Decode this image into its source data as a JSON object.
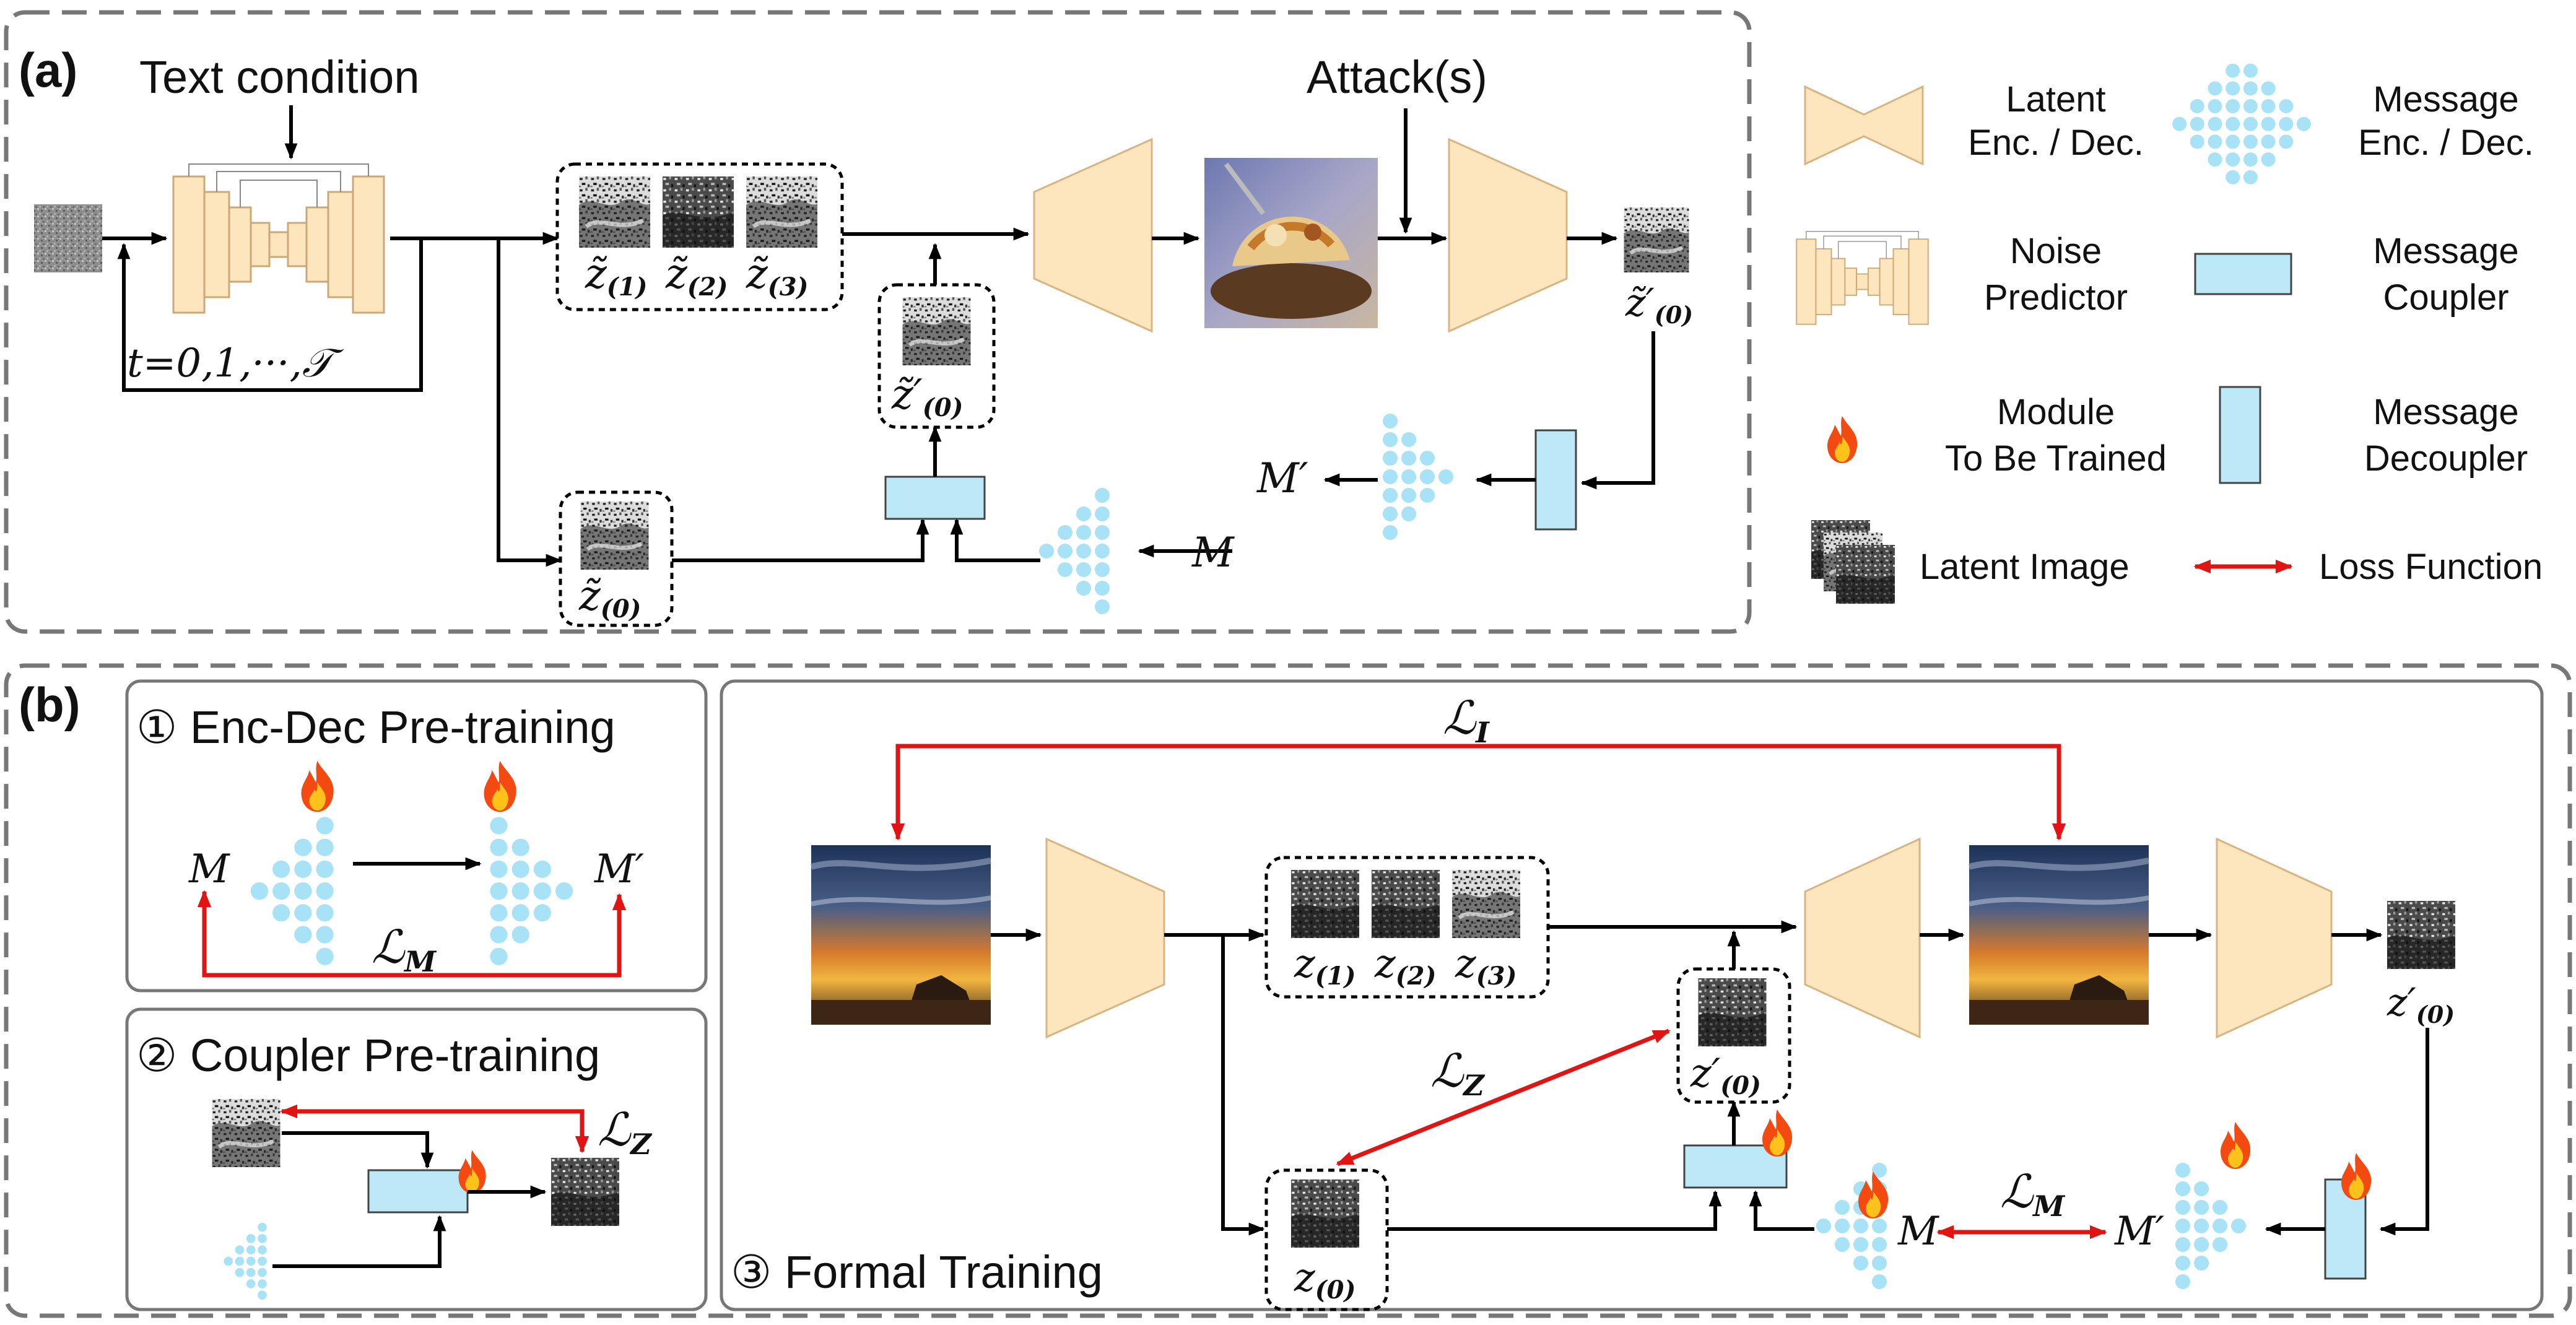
{
  "panel_a": {
    "label": "(a)",
    "text_condition": "Text condition",
    "attack": "Attack(s)",
    "timestep": "t=0,1,···,𝒯",
    "z_tilde_1": "z̃",
    "z_tilde_1_sub": "(1)",
    "z_tilde_2": "z̃",
    "z_tilde_2_sub": "(2)",
    "z_tilde_3": "z̃",
    "z_tilde_3_sub": "(3)",
    "z_tilde_0": "z̃",
    "z_tilde_0_sub": "(0)",
    "z_tilde_prime_mid": "z̃′",
    "z_tilde_prime_mid_sub": "(0)",
    "z_tilde_prime_out": "z̃′",
    "z_tilde_prime_out_sub": "(0)",
    "m_in": "M",
    "m_out": "M′"
  },
  "legend": {
    "latent_encdec": [
      "Latent",
      "Enc. / Dec."
    ],
    "message_encdec": [
      "Message",
      "Enc. / Dec."
    ],
    "noise_predictor": [
      "Noise",
      "Predictor"
    ],
    "message_coupler": [
      "Message",
      "Coupler"
    ],
    "module_trained": [
      "Module",
      "To Be Trained"
    ],
    "message_decoupler": [
      "Message",
      "Decoupler"
    ],
    "latent_image": "Latent Image",
    "loss_function": "Loss Function"
  },
  "panel_b": {
    "label": "(b)",
    "step1_title": "① Enc-Dec Pre-training",
    "step1_m_in": "M",
    "step1_m_out": "M′",
    "step1_loss": "ℒ",
    "step1_loss_sub": "M",
    "step2_title": "② Coupler Pre-training",
    "step2_loss": "ℒ",
    "step2_loss_sub": "Z",
    "step3_title": "③ Formal Training",
    "loss_i": "ℒ",
    "loss_i_sub": "I",
    "loss_z": "ℒ",
    "loss_z_sub": "Z",
    "loss_m": "ℒ",
    "loss_m_sub": "M",
    "z1": "z",
    "z1_sub": "(1)",
    "z2": "z",
    "z2_sub": "(2)",
    "z3": "z",
    "z3_sub": "(3)",
    "z0": "z",
    "z0_sub": "(0)",
    "z_prime_mid": "z′",
    "z_prime_mid_sub": "(0)",
    "z_prime_out": "z′",
    "z_prime_out_sub": "(0)",
    "m": "M",
    "m_prime": "M′"
  },
  "colors": {
    "encoder_fill": "#fde5bd",
    "encoder_stroke": "#d8b483",
    "message_dots": "#a8e2f6",
    "coupler_fill": "#bde8f8",
    "loss_arrow": "#e11414",
    "flame_outer": "#f24a10",
    "flame_inner": "#ffc21a",
    "panel_border": "#777777"
  }
}
